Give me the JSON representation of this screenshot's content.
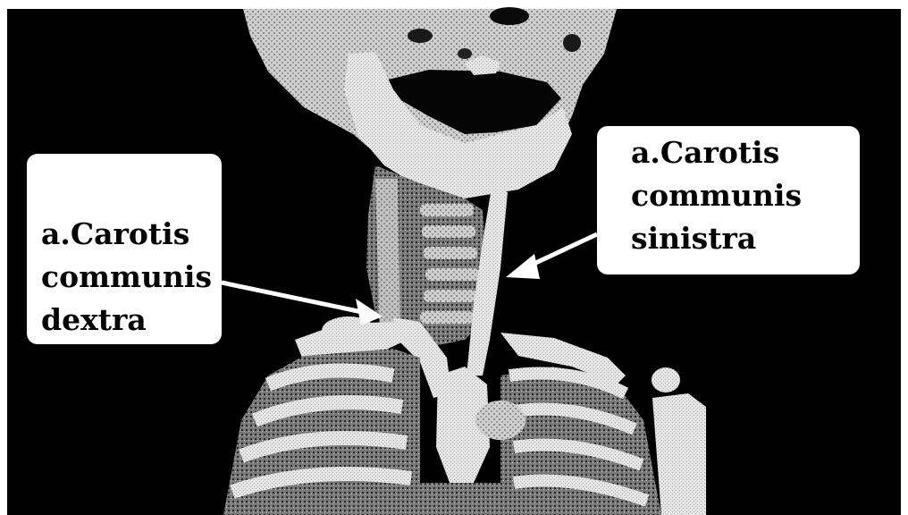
{
  "labels": {
    "left": {
      "lines": [
        "a.Carotis",
        "communis",
        "dextra"
      ]
    },
    "right": {
      "lines": [
        "a.Carotis",
        "communis",
        "sinistra"
      ]
    }
  },
  "colors": {
    "background": "#000000",
    "bone": "#d9d9d9",
    "label_bg": "#ffffff",
    "label_text": "#000000",
    "pointer": "#ffffff"
  }
}
